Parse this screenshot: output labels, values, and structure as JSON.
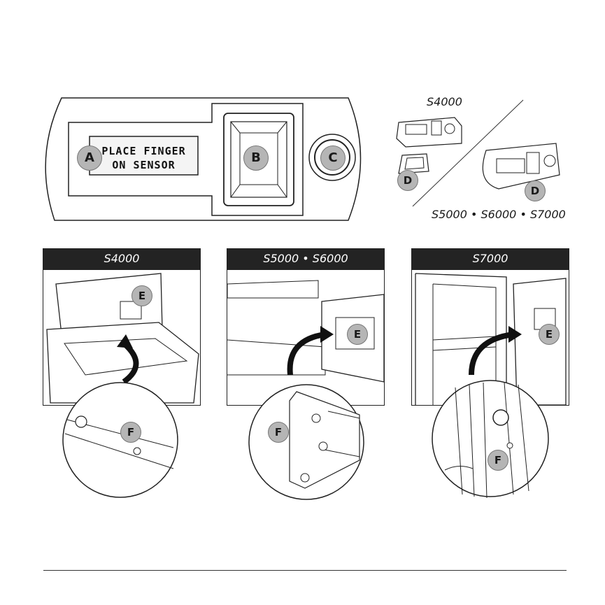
{
  "control_panel": {
    "display_line1": "PLACE FINGER",
    "display_line2": "ON SENSOR",
    "callout_display": "A",
    "callout_sensor": "B",
    "callout_button": "C"
  },
  "models_inset": {
    "s4000_label": "S4000",
    "other_label": "S5000 • S6000 • S7000",
    "callout_d1": "D",
    "callout_d2": "D"
  },
  "panels": [
    {
      "title": "S4000",
      "callout_e": "E",
      "callout_f": "F"
    },
    {
      "title": "S5000 • S6000",
      "callout_e": "E",
      "callout_f": "F"
    },
    {
      "title": "S7000",
      "callout_e": "E",
      "callout_f": "F"
    }
  ]
}
